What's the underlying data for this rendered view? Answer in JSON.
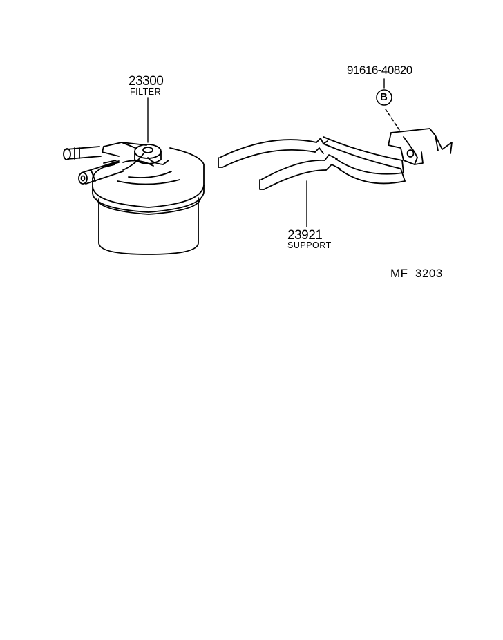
{
  "parts": {
    "filter": {
      "number": "23300",
      "name": "FILTER"
    },
    "support": {
      "number": "23921",
      "name": "SUPPORT"
    },
    "bolt": {
      "number": "91616-40820",
      "marker": "B"
    }
  },
  "figure_code": "MF  3203",
  "colors": {
    "ink": "#000000",
    "paper": "#ffffff"
  }
}
